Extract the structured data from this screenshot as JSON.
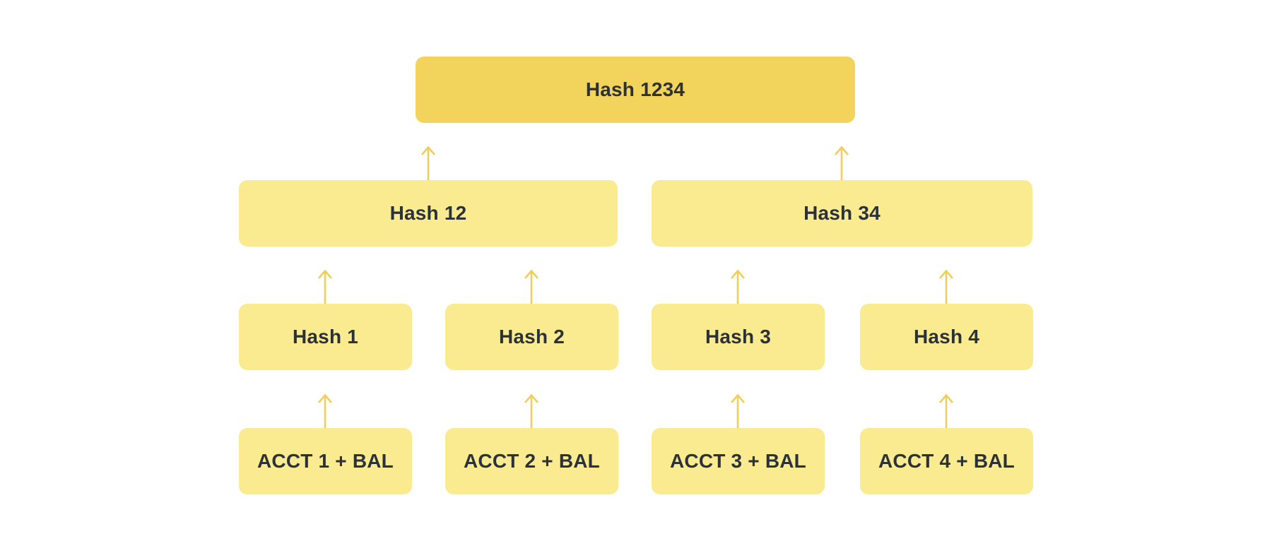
{
  "diagram": {
    "nodes": {
      "root": {
        "label": "Hash 1234"
      },
      "hash12": {
        "label": "Hash 12"
      },
      "hash34": {
        "label": "Hash 34"
      },
      "hash1": {
        "label": "Hash 1"
      },
      "hash2": {
        "label": "Hash 2"
      },
      "hash3": {
        "label": "Hash 3"
      },
      "hash4": {
        "label": "Hash 4"
      },
      "acct1": {
        "label": "ACCT 1 + BAL"
      },
      "acct2": {
        "label": "ACCT 2 + BAL"
      },
      "acct3": {
        "label": "ACCT 3 + BAL"
      },
      "acct4": {
        "label": "ACCT 4 + BAL"
      }
    },
    "edges": [
      {
        "from": "hash12",
        "to": "root"
      },
      {
        "from": "hash34",
        "to": "root"
      },
      {
        "from": "hash1",
        "to": "hash12"
      },
      {
        "from": "hash2",
        "to": "hash12"
      },
      {
        "from": "hash3",
        "to": "hash34"
      },
      {
        "from": "hash4",
        "to": "hash34"
      },
      {
        "from": "acct1",
        "to": "hash1"
      },
      {
        "from": "acct2",
        "to": "hash2"
      },
      {
        "from": "acct3",
        "to": "hash3"
      },
      {
        "from": "acct4",
        "to": "hash4"
      }
    ],
    "colors": {
      "background": "#FFFFFF",
      "root_fill": "#F2D35C",
      "node_fill": "#FAEB90",
      "arrow": "#EECE5C",
      "text": "#2B3139"
    }
  }
}
